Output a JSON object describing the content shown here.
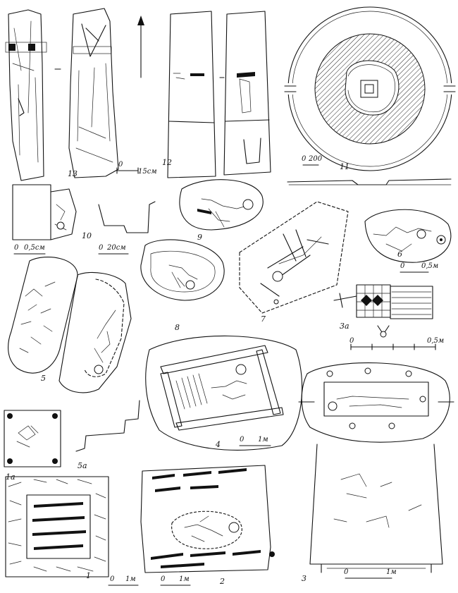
{
  "figure_labels": {
    "f1": "1",
    "f1a": "1а",
    "f2": "2",
    "f3": "3",
    "f3a": "3а",
    "f4": "4",
    "f5": "5",
    "f5a": "5а",
    "f6": "6",
    "f7": "7",
    "f8": "8",
    "f9": "9",
    "f10": "10",
    "f11": "11",
    "f12": "12",
    "f13": "13"
  },
  "scales": {
    "s13_zero": "0",
    "s13_len": "15см",
    "s11_zero": "0",
    "s11_len": "200",
    "s10_zero": "0",
    "s10_len": "0,5см",
    "s10b_zero": "0",
    "s10b_len": "20см",
    "s6_zero": "0",
    "s6_len": "0,5м",
    "s3a_zero": "0",
    "s3a_len": "0,5м",
    "s4_zero": "0",
    "s4_len": "1м",
    "s1_zero": "0",
    "s1_len": "1м",
    "s2_zero": "0",
    "s2_len": "1м",
    "s3_zero": "0",
    "s3_len": "1м"
  },
  "icons": [
    "north-arrow-icon"
  ]
}
